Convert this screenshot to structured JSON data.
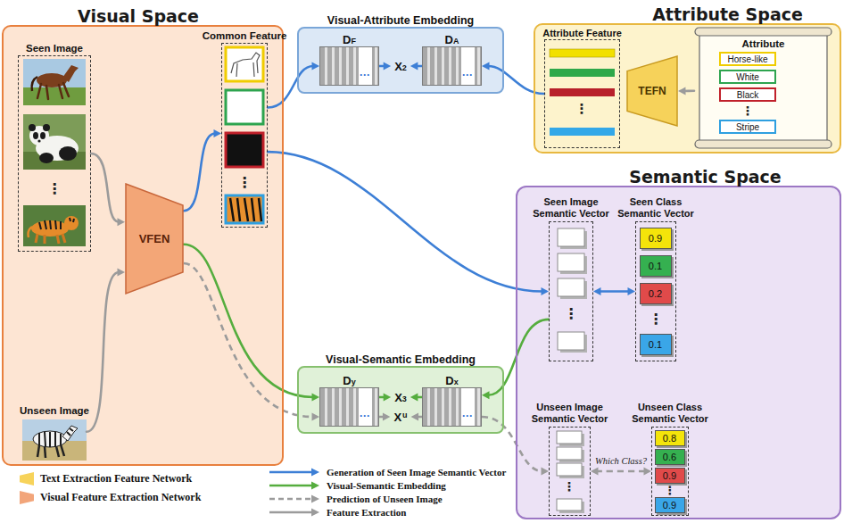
{
  "diagram": {
    "nodes": [
      {
        "text": [
          "Visual Space"
        ]
      },
      {
        "text": [
          "Seen Image"
        ],
        "in": 0
      },
      {
        "text": [
          "VFEN"
        ],
        "in": 0
      },
      {
        "text": [
          "Common Feature"
        ],
        "in": 0
      },
      {
        "text": [
          "Unseen Image"
        ],
        "in": 0
      },
      {
        "text": [
          "Visual-Attribute Embedding"
        ]
      },
      {
        "text": [
          "DF"
        ],
        "in": 5
      },
      {
        "text": [
          "X2"
        ],
        "in": 5
      },
      {
        "text": [
          "DA"
        ],
        "in": 5
      },
      {
        "text": [
          "Attribute Space"
        ]
      },
      {
        "text": [
          "Attribute Feature"
        ],
        "in": 9
      },
      {
        "text": [
          "TEFN"
        ],
        "in": 9
      },
      {
        "text": [
          "Attribute"
        ],
        "in": 9
      },
      {
        "text": [
          "Horse-like"
        ],
        "in": 12
      },
      {
        "text": [
          "White"
        ],
        "in": 12
      },
      {
        "text": [
          "Black"
        ],
        "in": 12
      },
      {
        "text": [
          "Stripe"
        ],
        "in": 12
      },
      {
        "text": [
          "Semantic Space"
        ]
      },
      {
        "text": [
          "Seen Image Semantic Vector"
        ],
        "in": 17
      },
      {
        "text": [
          "Seen Class Semantic Vector"
        ],
        "in": 17
      },
      {
        "text": [
          "0.9"
        ],
        "in": 19
      },
      {
        "text": [
          "0.1"
        ],
        "in": 19
      },
      {
        "text": [
          "0.2"
        ],
        "in": 19
      },
      {
        "text": [
          "0.1"
        ],
        "in": 19
      },
      {
        "text": [
          "Unseen Image Semantic Vector"
        ],
        "in": 17
      },
      {
        "text": [
          "Unseen Class Semantic Vector"
        ],
        "in": 17
      },
      {
        "text": [
          "0.8"
        ],
        "in": 25
      },
      {
        "text": [
          "0.6"
        ],
        "in": 25
      },
      {
        "text": [
          "0.9"
        ],
        "in": 25
      },
      {
        "text": [
          "0.9"
        ],
        "in": 25
      },
      {
        "text": [
          "Visual-Semantic Embedding"
        ]
      },
      {
        "text": [
          "Dy"
        ],
        "in": 30
      },
      {
        "text": [
          "X3"
        ],
        "in": 30
      },
      {
        "text": [
          "Xu"
        ],
        "in": 30
      },
      {
        "text": [
          "Dx"
        ],
        "in": 30
      }
    ],
    "edges": [
      {
        "from": 1,
        "to": 2,
        "arrow": "to"
      },
      {
        "from": 4,
        "to": 2,
        "arrow": "to"
      },
      {
        "from": 2,
        "to": 3,
        "arrow": "to"
      },
      {
        "from": 3,
        "to": 6,
        "arrow": "to"
      },
      {
        "from": 6,
        "to": 7,
        "arrow": "to"
      },
      {
        "from": 8,
        "to": 7,
        "arrow": "to"
      },
      {
        "from": 10,
        "to": 8,
        "arrow": "to"
      },
      {
        "from": 12,
        "to": 11,
        "arrow": "to"
      },
      {
        "from": 3,
        "to": 18,
        "arrow": "to"
      },
      {
        "from": 18,
        "to": 19,
        "arrow": "both"
      },
      {
        "from": 2,
        "to": 31,
        "arrow": "to"
      },
      {
        "from": 2,
        "to": 31,
        "arrow": "to"
      },
      {
        "from": 31,
        "to": 32,
        "arrow": "to"
      },
      {
        "from": 31,
        "to": 33,
        "arrow": "to"
      },
      {
        "from": 34,
        "to": 32,
        "arrow": "to"
      },
      {
        "from": 34,
        "to": 33,
        "arrow": "to"
      },
      {
        "from": 18,
        "to": 34,
        "arrow": "to"
      },
      {
        "from": 34,
        "to": 24,
        "arrow": "to"
      },
      {
        "from": 24,
        "to": 25,
        "label": "Which Class?",
        "arrow": "both"
      }
    ],
    "labels": [
      "⋮",
      "⋮",
      "···",
      "···",
      "⋮",
      "⋮",
      "⋮",
      "⋮",
      "⋮",
      "⋮",
      "···",
      "···"
    ],
    "legend": [
      {
        "text": "Text Extraction Feature Network",
        "color": "#f7d35a"
      },
      {
        "text": "Visual Feature Extraction Network",
        "color": "#f2a57a"
      },
      {
        "text": "Generation of Seen Image Semantic Vector"
      },
      {
        "text": "Visual-Semantic Embedding"
      },
      {
        "text": "Prediction of Unseen Image"
      },
      {
        "text": "Feature Extraction"
      }
    ]
  }
}
